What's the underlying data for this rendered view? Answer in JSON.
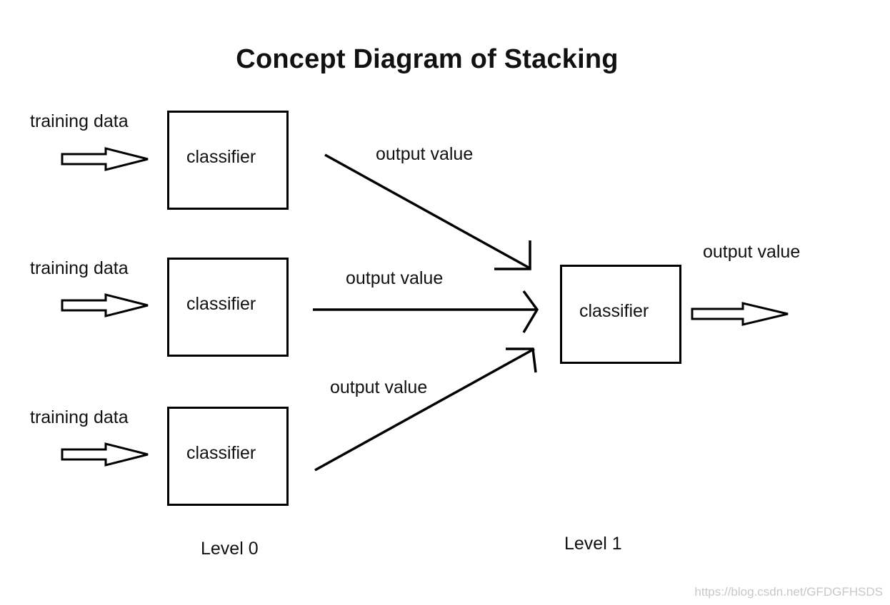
{
  "title": "Concept Diagram of Stacking",
  "level0": {
    "label": "Level 0",
    "rows": [
      {
        "input_label": "training data",
        "classifier_label": "classifier"
      },
      {
        "input_label": "training data",
        "classifier_label": "classifier"
      },
      {
        "input_label": "training data",
        "classifier_label": "classifier"
      }
    ]
  },
  "edges": [
    {
      "label": "output value"
    },
    {
      "label": "output value"
    },
    {
      "label": "output value"
    }
  ],
  "level1": {
    "label": "Level 1",
    "classifier_label": "classifier",
    "output_label": "output value"
  },
  "watermark": "https://blog.csdn.net/GFDGFHSDS",
  "icons": {
    "input_arrow": "hollow-block-arrow-icon",
    "output_arrow": "hollow-block-arrow-icon"
  }
}
